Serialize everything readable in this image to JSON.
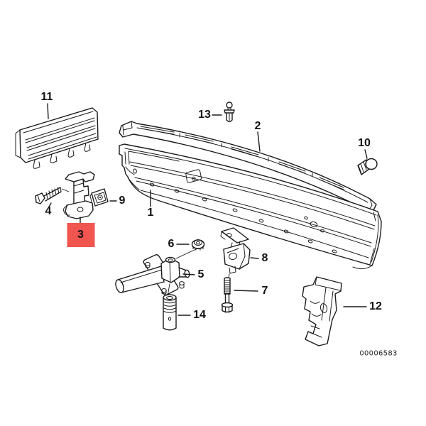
{
  "diagram": {
    "image_code": "00006583",
    "background_color": "#ffffff",
    "line_color": "#1c1c1c",
    "highlight_color": "#f15550",
    "highlighted_part_number": "3",
    "parts": [
      {
        "number": "1",
        "highlighted": false
      },
      {
        "number": "2",
        "highlighted": false
      },
      {
        "number": "3",
        "highlighted": true
      },
      {
        "number": "4",
        "highlighted": false
      },
      {
        "number": "5",
        "highlighted": false
      },
      {
        "number": "6",
        "highlighted": false
      },
      {
        "number": "7",
        "highlighted": false
      },
      {
        "number": "8",
        "highlighted": false
      },
      {
        "number": "9",
        "highlighted": false
      },
      {
        "number": "10",
        "highlighted": false
      },
      {
        "number": "11",
        "highlighted": false
      },
      {
        "number": "12",
        "highlighted": false
      },
      {
        "number": "13",
        "highlighted": false
      },
      {
        "number": "14",
        "highlighted": false
      }
    ]
  }
}
